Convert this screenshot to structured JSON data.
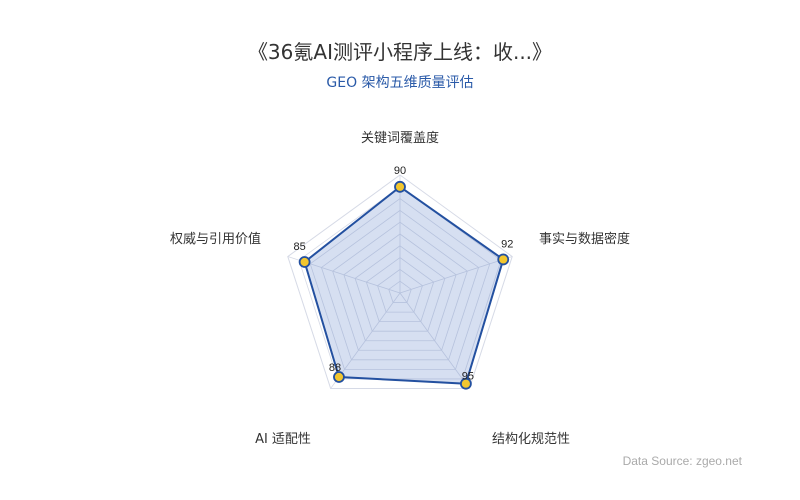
{
  "header": {
    "title": "《36氪AI测评小程序上线：收...》",
    "subtitle": "GEO 架构五维质量评估"
  },
  "footer": {
    "source": "Data Source: zgeo.net"
  },
  "colors": {
    "line": "#2350a0",
    "fill": "rgba(70,110,190,0.22)",
    "marker": "#f2c62e",
    "grid": "#d6dae6",
    "title": "#333333",
    "subtitle": "#2a5aa8"
  },
  "chart_data": {
    "type": "radar",
    "title": "《36氪AI测评小程序上线：收...》",
    "subtitle": "GEO 架构五维质量评估",
    "categories": [
      "关键词覆盖度",
      "事实与数据密度",
      "结构化规范性",
      "AI 适配性",
      "权威与引用价值"
    ],
    "values": [
      90,
      92,
      95,
      88,
      85
    ],
    "max": 100,
    "split_number": 10,
    "grid": true,
    "legend": null,
    "annotation": "Data Source: zgeo.net"
  }
}
